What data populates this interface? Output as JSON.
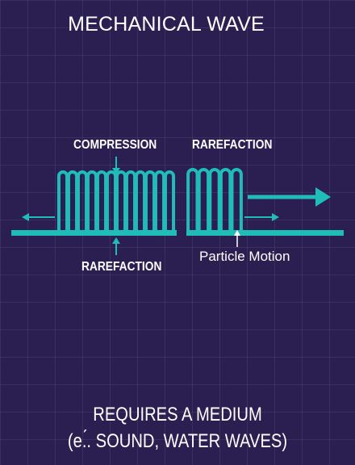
{
  "title": "MECHANICAL WAVE",
  "labels": {
    "compression": "COMPRESSION",
    "rarefaction_top": "RAREFACTION",
    "rarefaction_bottom": "RAREFACTION",
    "particle_motion": "Particle Motion"
  },
  "footer": {
    "line1": "REQUIRES A MEDIUM",
    "line2": "(e.́. SOUND, WATER WAVES)"
  },
  "colors": {
    "background": "#2b1f52",
    "wave": "#1fbcb8",
    "text": "#ffffff"
  }
}
